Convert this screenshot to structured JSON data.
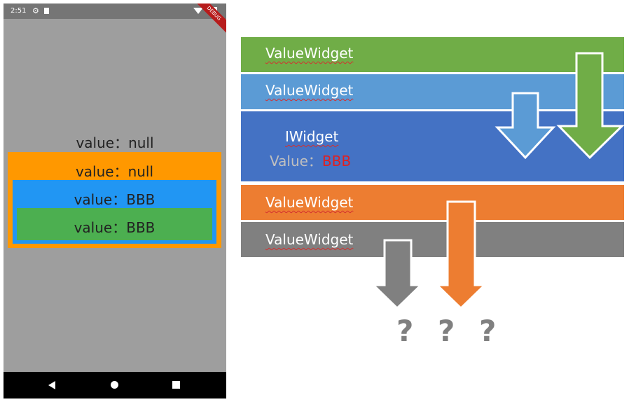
{
  "phone": {
    "status_time": "2:51",
    "debug_banner": "DEBUG",
    "icons": [
      "settings-icon",
      "sd-card-icon",
      "wifi-icon",
      "battery-icon"
    ],
    "text_plain": "value：null",
    "text_orange": "value：null",
    "text_blue": "value：BBB",
    "text_green": "value：BBB",
    "colors": {
      "background": "#9e9e9e",
      "orange": "#ff9800",
      "blue": "#2196f3",
      "green": "#4caf50"
    },
    "nav_icons": [
      "back-icon",
      "home-icon",
      "recents-icon"
    ]
  },
  "diagram": {
    "bar1_label": "ValueWidget",
    "bar2_label": "ValueWidget",
    "bar3_title": "IWidget",
    "bar3_value_prefix": "Value：",
    "bar3_value": "BBB",
    "bar4_label": "ValueWidget",
    "bar5_label": "ValueWidget",
    "question_marks": "? ? ?",
    "colors": {
      "green": "#70ad47",
      "light_blue": "#5b9bd5",
      "blue": "#4472c4",
      "orange": "#ed7d31",
      "gray": "#808080"
    }
  }
}
